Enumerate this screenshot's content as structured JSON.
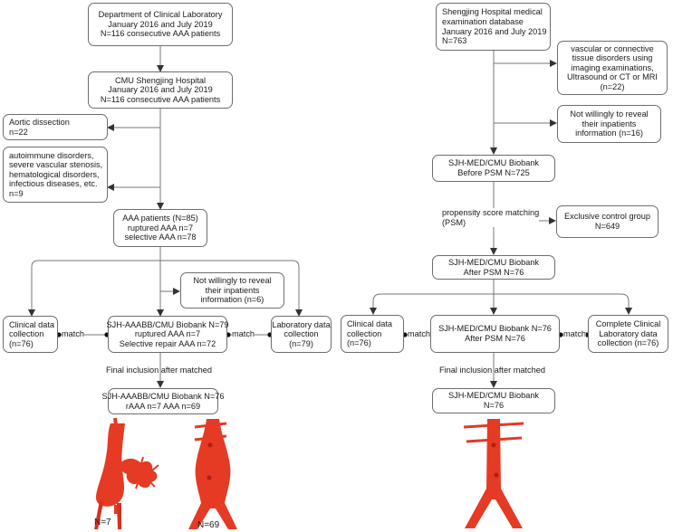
{
  "left": {
    "source": [
      "Department of Clinical Laboratory",
      "January 2016 and July 2019",
      "N=116 consecutive AAA patients"
    ],
    "hospital": [
      "CMU Shengjing Hospital",
      "January 2016 and July 2019",
      "N=116 consecutive AAA patients"
    ],
    "excl_dissection": [
      "Aortic dissection",
      "n=22"
    ],
    "excl_other": [
      "autoimmune disorders,",
      "severe vascular stenosis,",
      "hematological disorders,",
      "infectious diseases, etc.",
      "n=9"
    ],
    "aaa": [
      "AAA patients (N=85)",
      "ruptured AAA n=7",
      "selective AAA n=78"
    ],
    "not_willing": [
      "Not willingly to reveal",
      "their inpatients",
      "information (n=6)"
    ],
    "clinical": [
      "Clinical data",
      "collection",
      "(n=76)"
    ],
    "biobank": [
      "SJH-AAABB/CMU Biobank N=79",
      "ruptured AAA n=7",
      "Selective repair AAA n=72"
    ],
    "lab": [
      "Laboratory data",
      "collection",
      "(n=79)"
    ],
    "match1": "match",
    "match2": "match",
    "final_label": "Final inclusion after matched",
    "final": [
      "SJH-AAABB/CMU Biobank N=76",
      "rAAA n=7 AAA n=69"
    ],
    "n_rupt": "N=7",
    "n_aaa": "N=69"
  },
  "right": {
    "source": [
      "Shengjing Hospital medical",
      "examination database",
      "January 2016 and July 2019",
      "N=763"
    ],
    "excl_vascular": [
      "vascular or connective",
      "tissue disorders using",
      "imaging examinations,",
      "Ultrasound or CT or MRI",
      "(n=22)"
    ],
    "not_willing": [
      "Not willingly to reveal",
      "their inpatients",
      "information (n=16)"
    ],
    "before_psm": [
      "SJH-MED/CMU Biobank",
      "Before PSM N=725"
    ],
    "psm_label": [
      "propensity score matching",
      "(PSM)"
    ],
    "exclusive": [
      "Exclusive control group",
      "N=649"
    ],
    "after_psm": [
      "SJH-MED/CMU Biobank",
      "After PSM N=76"
    ],
    "clinical": [
      "Clinical data",
      "collection",
      "(n=76)"
    ],
    "biobank": [
      "SJH-MED/CMU Biobank N=76",
      "After PSM N=76"
    ],
    "complete": [
      "Complete Clinical",
      "Laboratory data",
      "collection (n=76)"
    ],
    "match1": "match",
    "match2": "match",
    "final_label": "Final inclusion after matched",
    "final": [
      "SJH-MED/CMU Biobank",
      "N=76"
    ]
  },
  "colors": {
    "aorta": "#e53a24",
    "aorta_dark": "#b01e10",
    "border": "#6e6e6e",
    "arrow": "#555555"
  }
}
